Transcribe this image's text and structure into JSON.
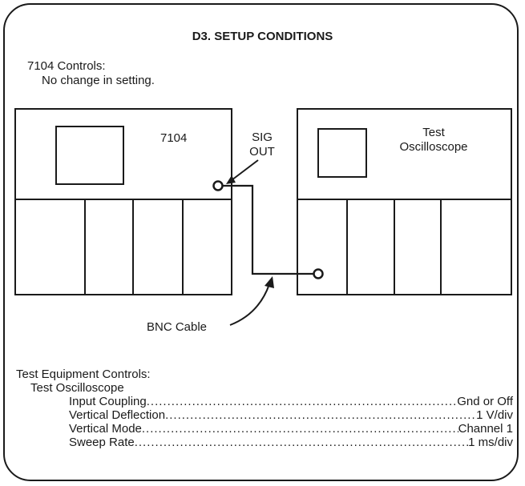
{
  "title": "D3. SETUP CONDITIONS",
  "controls": {
    "heading": "7104 Controls:",
    "note": "No change in setting."
  },
  "diagram": {
    "left_instrument_label": "7104",
    "right_instrument_label_line1": "Test",
    "right_instrument_label_line2": "Oscilloscope",
    "connector_label_line1": "SIG",
    "connector_label_line2": "OUT",
    "cable_label": "BNC Cable"
  },
  "equipment": {
    "heading": "Test Equipment Controls:",
    "subheading": "Test Oscilloscope",
    "settings": [
      {
        "name": "Input Coupling",
        "value": "Gnd or Off"
      },
      {
        "name": "Vertical Deflection",
        "value": "1 V/div"
      },
      {
        "name": "Vertical Mode",
        "value": "Channel 1"
      },
      {
        "name": "Sweep Rate",
        "value": "1 ms/div"
      }
    ]
  }
}
